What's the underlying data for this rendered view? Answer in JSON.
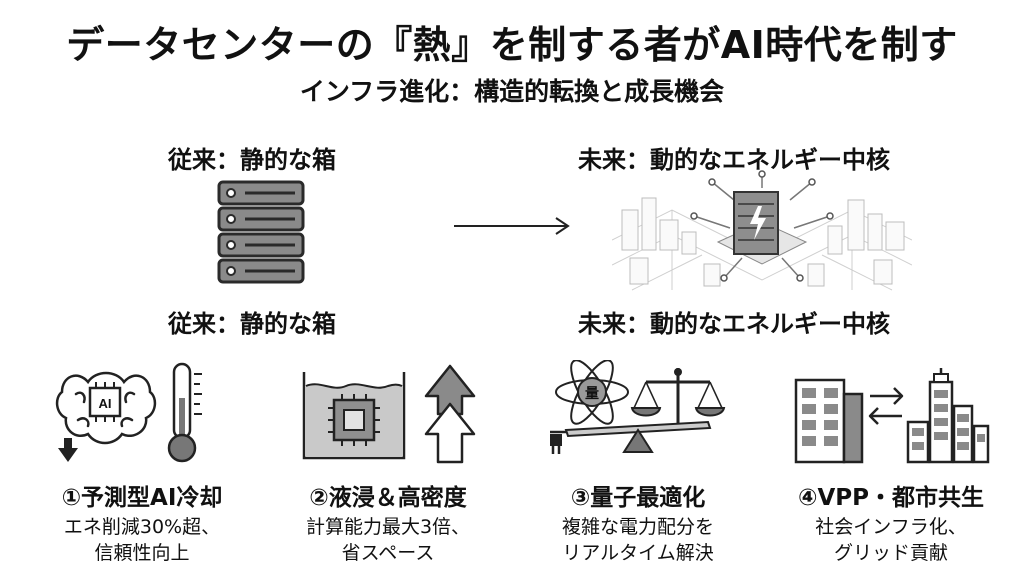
{
  "header": {
    "title": "データセンターの『熱』を制する者がAI時代を制す",
    "subtitle": "インフラ進化：構造的転換と成長機会"
  },
  "comparison": {
    "left_label_top": "従来：静的な箱",
    "left_label_bottom": "従来：静的な箱",
    "right_label_top": "未来：動的なエネルギー中核",
    "right_label_bottom": "未来：動的なエネルギー中核"
  },
  "features": [
    {
      "title": "①予測型AI冷却",
      "desc_line1": "エネ削減30%超、",
      "desc_line2": "信頼性向上",
      "icon": "brain-ai-thermometer-icon"
    },
    {
      "title": "②液浸＆高密度",
      "desc_line1": "計算能力最大3倍、",
      "desc_line2": "省スペース",
      "icon": "immersion-chip-arrows-icon"
    },
    {
      "title": "③量子最適化",
      "desc_line1": "複雑な電力配分を",
      "desc_line2": "リアルタイム解決",
      "icon": "quantum-balance-icon"
    },
    {
      "title": "④VPP・都市共生",
      "desc_line1": "社会インフラ化、",
      "desc_line2": "グリッド貢献",
      "icon": "buildings-city-exchange-icon"
    }
  ],
  "icon_text": {
    "ai_chip": "AI",
    "quantum": "量"
  }
}
